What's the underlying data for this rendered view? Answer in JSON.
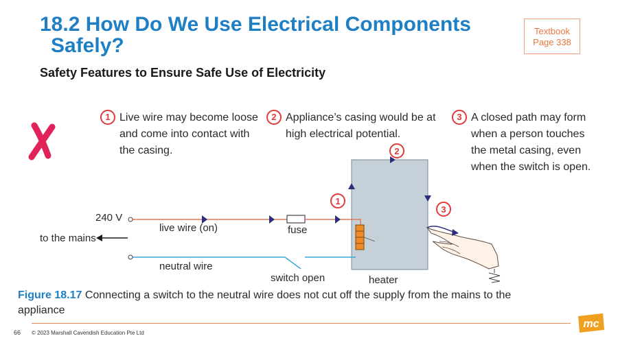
{
  "header": {
    "title_line1": "18.2 How Do We Use Electrical Components",
    "title_line2": "Safely?",
    "ref_line1": "Textbook",
    "ref_line2": "Page 338"
  },
  "subtitle": "Safety Features to Ensure Safe Use of Electricity",
  "figure": {
    "mark_icon": "red-cross-icon",
    "callouts": [
      {
        "num": "1",
        "text": "Live wire may become loose and come into contact with the casing."
      },
      {
        "num": "2",
        "text": "Appliance’s casing would be at high electrical potential."
      },
      {
        "num": "3",
        "text": "A closed path may form when a person touches the metal casing, even when the switch is open."
      }
    ],
    "markers": [
      "1",
      "2",
      "3"
    ],
    "labels": {
      "voltage": "240 V",
      "mains": "to the mains",
      "live_wire": "live wire (on)",
      "fuse": "fuse",
      "neutral_wire": "neutral wire",
      "switch": "switch open",
      "heater": "heater"
    },
    "colors": {
      "live_wire": "#e07a5a",
      "neutral_wire": "#3aa7dc",
      "casing": "#c5d0d8",
      "arrow": "#2b2f7c",
      "marker": "#e23a3a",
      "heater": "#f08a24"
    }
  },
  "caption": {
    "figure_number": "Figure 18.17",
    "text": "Connecting a switch to the neutral wire does not cut off the supply from the mains to the appliance"
  },
  "footer": {
    "page_number": "66",
    "copyright": "© 2023 Marshall Cavendish Education Pte Ltd",
    "logo_text": "mc",
    "logo_color": "#f0a020"
  }
}
